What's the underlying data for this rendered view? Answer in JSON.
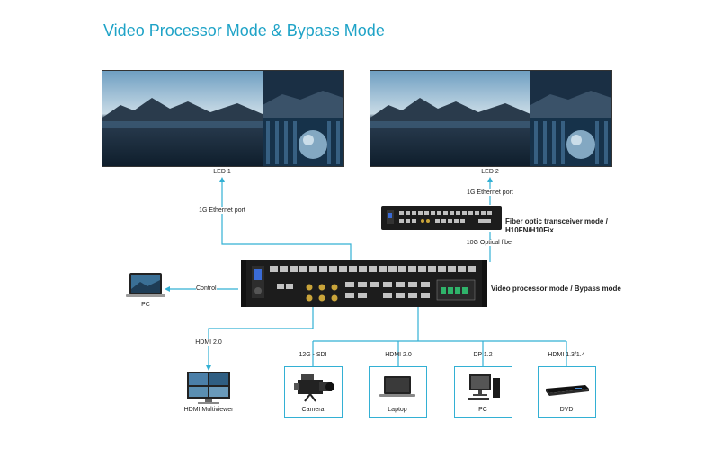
{
  "title": "Video Processor Mode & Bypass Mode",
  "screens": [
    {
      "label": "LED 1"
    },
    {
      "label": "LED 2"
    }
  ],
  "labels": {
    "eth1": "1G Ethernet port",
    "eth2": "1G Ethernet port",
    "fiber_mode": "Fiber optic transceiver mode /",
    "fiber_mode2": "H10FN/H10Fix",
    "optical": "10G Optical fiber",
    "main_mode": "Video processor mode / Bypass mode",
    "control": "Control",
    "pc": "PC",
    "hdmi20_left": "HDMI 2.0",
    "multiviewer": "HDMI Multiviewer"
  },
  "sources": [
    {
      "interface": "12G - SDI",
      "name": "Camera",
      "icon": "camera-icon"
    },
    {
      "interface": "HDMI 2.0",
      "name": "Laptop",
      "icon": "laptop-icon"
    },
    {
      "interface": "DP 1.2",
      "name": "PC",
      "icon": "desktop-pc-icon"
    },
    {
      "interface": "HDMI 1.3/1.4",
      "name": "DVD",
      "icon": "dvd-player-icon"
    }
  ],
  "colors": {
    "accent": "#1fa3c7",
    "wire": "#33b0d4",
    "device": "#1c1c1c"
  }
}
